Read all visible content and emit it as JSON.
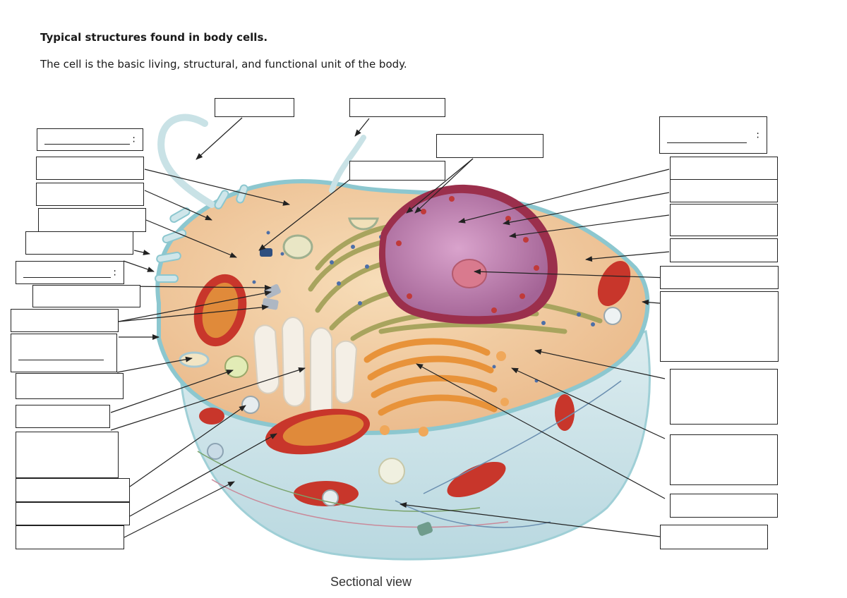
{
  "header": {
    "title": "Typical structures found in body cells.",
    "subtitle": "The cell is the basic living, structural, and functional unit of the body."
  },
  "caption": "Sectional view",
  "colors": {
    "cytoplasm": "#f2c99a",
    "membrane": "#a9d9dc",
    "nucleus_envelope": "#9b2f4c",
    "nucleoplasm": "#c98bb9",
    "nucleolus": "#d97a8e",
    "mitochondrion": "#c8362b",
    "golgi": "#e8933a",
    "er": "#b8b26a",
    "lower_body": "#cfe4ea"
  },
  "label_boxes": [
    {
      "id": "top-1",
      "colon": ""
    },
    {
      "id": "top-2",
      "colon": ""
    },
    {
      "id": "top-3",
      "colon": ""
    },
    {
      "id": "mid-1",
      "colon": ""
    },
    {
      "id": "left-1",
      "colon": ":"
    },
    {
      "id": "left-2",
      "colon": ""
    },
    {
      "id": "left-3",
      "colon": ""
    },
    {
      "id": "left-4",
      "colon": ""
    },
    {
      "id": "left-5",
      "colon": ""
    },
    {
      "id": "left-6",
      "colon": ":"
    },
    {
      "id": "left-7",
      "colon": ""
    },
    {
      "id": "left-8",
      "colon": ""
    },
    {
      "id": "left-9",
      "colon": ""
    },
    {
      "id": "left-10",
      "colon": ""
    },
    {
      "id": "left-11",
      "colon": ""
    },
    {
      "id": "left-12",
      "colon": ""
    },
    {
      "id": "left-13",
      "colon": ""
    },
    {
      "id": "left-14",
      "colon": ""
    },
    {
      "id": "left-15",
      "colon": ""
    },
    {
      "id": "left-16",
      "colon": ""
    },
    {
      "id": "right-1",
      "colon": ":"
    },
    {
      "id": "right-2",
      "colon": ""
    },
    {
      "id": "right-3",
      "colon": ""
    },
    {
      "id": "right-4",
      "colon": ""
    },
    {
      "id": "right-5",
      "colon": ""
    },
    {
      "id": "right-6",
      "colon": ""
    },
    {
      "id": "right-7",
      "colon": ""
    },
    {
      "id": "right-8",
      "colon": ""
    },
    {
      "id": "right-9",
      "colon": ""
    },
    {
      "id": "right-10",
      "colon": ""
    },
    {
      "id": "right-11",
      "colon": ""
    }
  ]
}
